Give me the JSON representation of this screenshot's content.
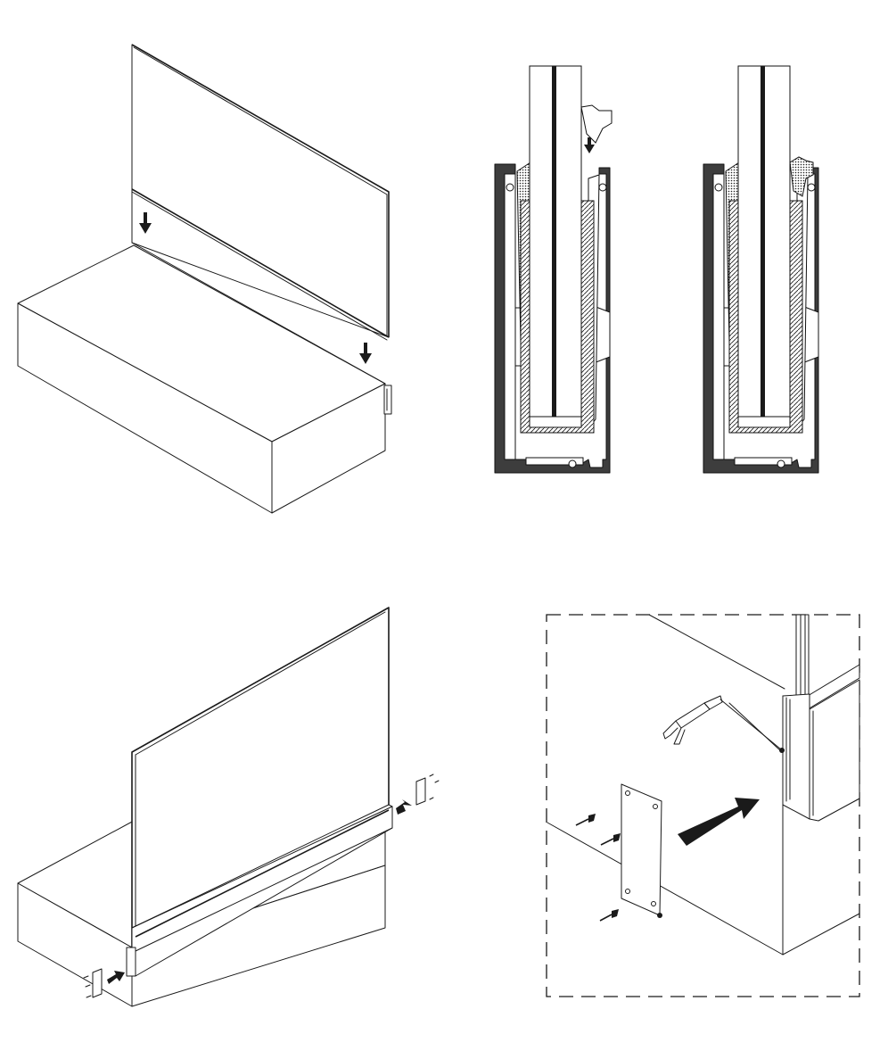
{
  "diagram": {
    "panels": [
      {
        "id": "panel-1",
        "subject": "glass-panel-lowered-onto-base"
      },
      {
        "id": "panel-2",
        "subject": "profile-cross-section-with-wedge-gasket"
      },
      {
        "id": "panel-3",
        "subject": "end-caps-slid-onto-profile"
      },
      {
        "id": "panel-4",
        "subject": "end-cap-sealed-and-screwed"
      }
    ],
    "colors": {
      "line": "#1a1a1a",
      "profile": "#3d3d3d",
      "background": "#ffffff"
    }
  }
}
